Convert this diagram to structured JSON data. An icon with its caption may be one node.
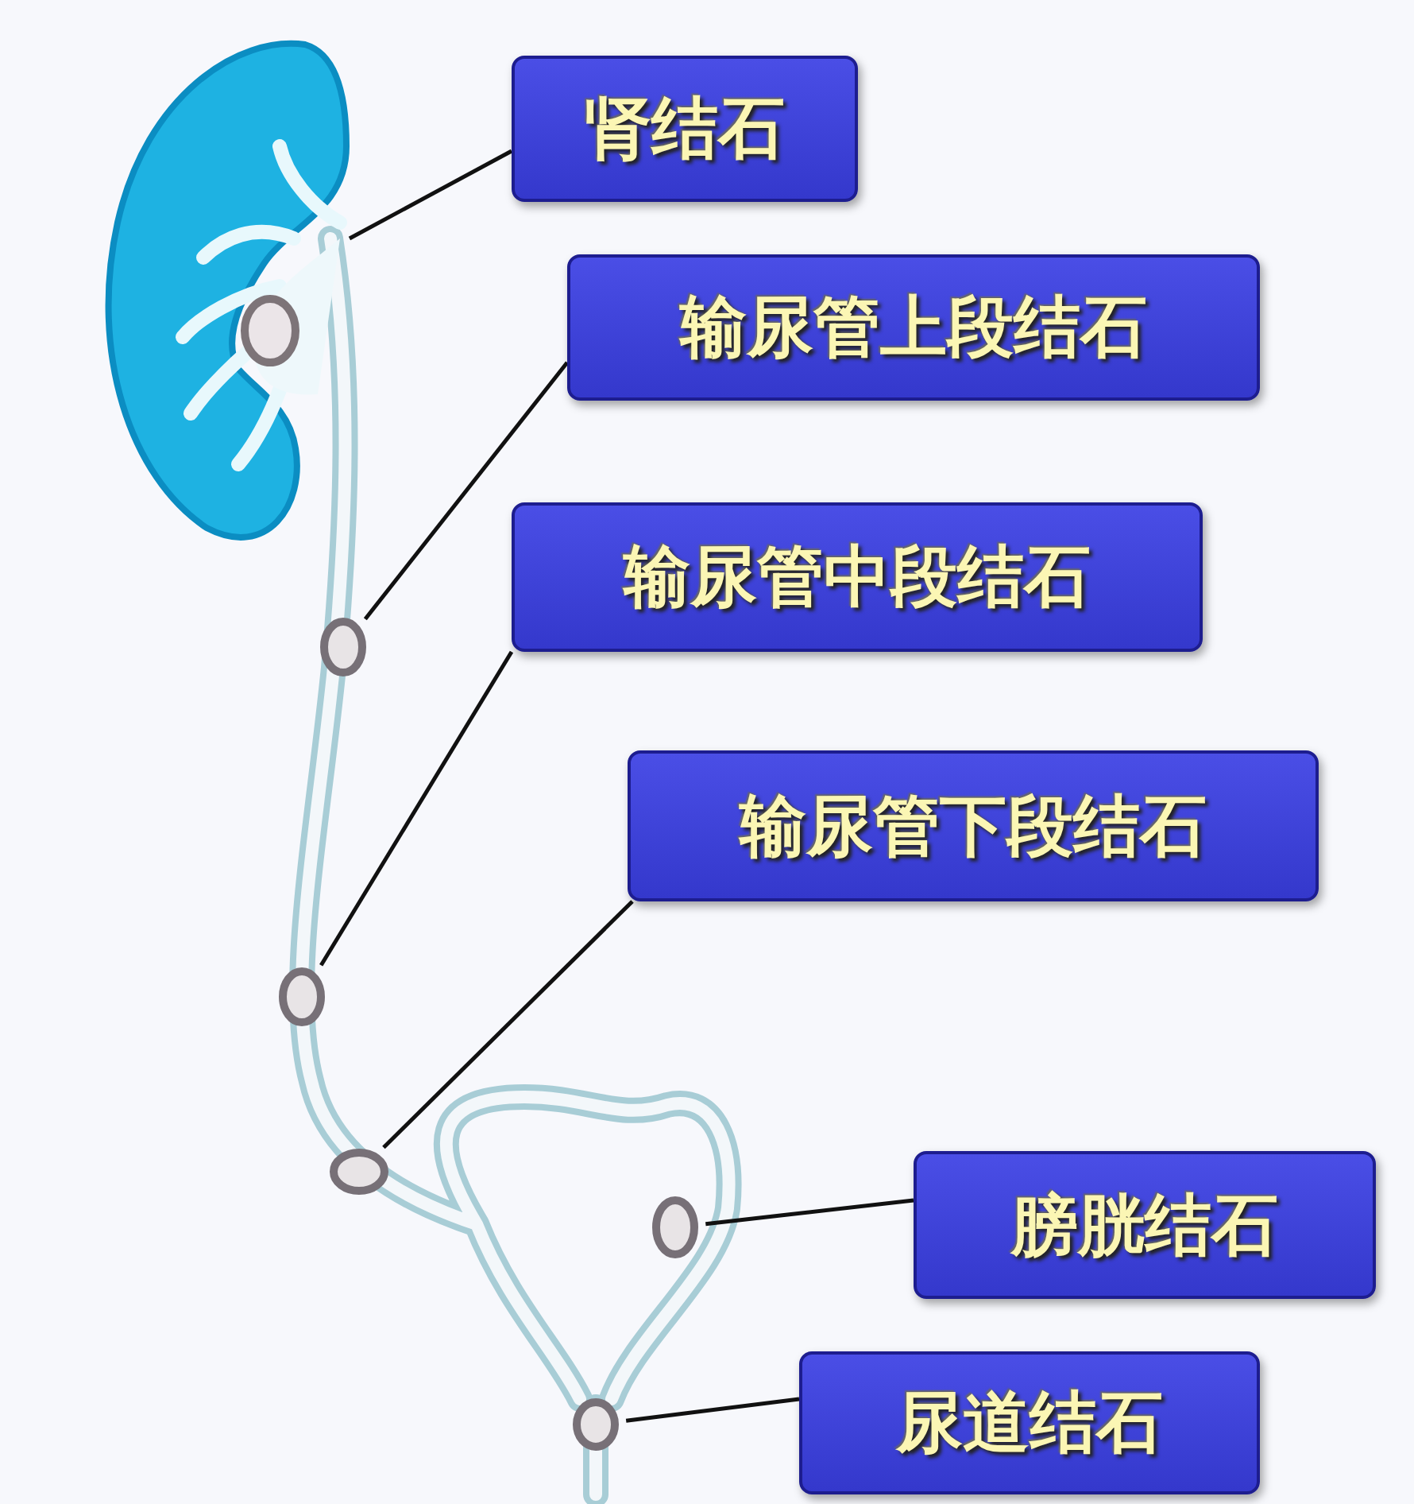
{
  "diagram": {
    "nodes": [
      {
        "text": [
          "肾结石"
        ]
      },
      {
        "text": [
          "输尿管上段结石"
        ]
      },
      {
        "text": [
          "输尿管中段结石"
        ]
      },
      {
        "text": [
          "输尿管下段结石"
        ]
      },
      {
        "text": [
          "膀胱结石"
        ]
      },
      {
        "text": [
          "尿道结石"
        ]
      },
      {
        "text": [],
        "shape": "picture"
      },
      {
        "text": [],
        "shape": "circle"
      },
      {
        "text": [],
        "shape": "circle"
      },
      {
        "text": [],
        "shape": "circle"
      },
      {
        "text": [],
        "shape": "circle"
      },
      {
        "text": [],
        "shape": "circle"
      }
    ],
    "edges": [
      {
        "from": 0,
        "to": 6,
        "arrow": "none"
      },
      {
        "from": 1,
        "to": 7,
        "arrow": "none"
      },
      {
        "from": 2,
        "to": 8,
        "arrow": "none"
      },
      {
        "from": 3,
        "to": 9,
        "arrow": "none"
      },
      {
        "from": 4,
        "to": 10,
        "arrow": "none"
      },
      {
        "from": 5,
        "to": 11,
        "arrow": "none"
      }
    ]
  }
}
